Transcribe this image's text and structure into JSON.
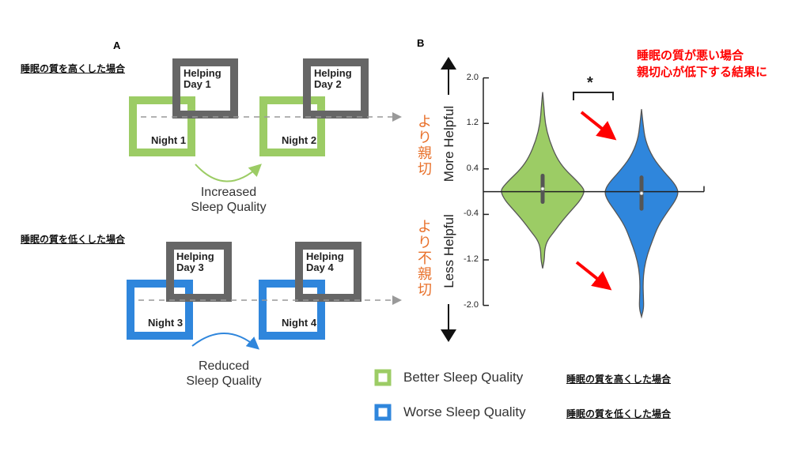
{
  "panel_a": {
    "label": "A",
    "high_title": "睡眠の質を高くした場合",
    "low_title": "睡眠の質を低くした場合",
    "helping_days": [
      [
        "Helping",
        "Day 1"
      ],
      [
        "Helping",
        "Day 2"
      ],
      [
        "Helping",
        "Day 3"
      ],
      [
        "Helping",
        "Day 4"
      ]
    ],
    "nights": [
      "Night 1",
      "Night 2",
      "Night 3",
      "Night 4"
    ],
    "increased": [
      "Increased",
      "Sleep Quality"
    ],
    "reduced": [
      "Reduced",
      "Sleep Quality"
    ]
  },
  "panel_b": {
    "label": "B",
    "annotation": [
      "睡眠の質が悪い場合",
      "親切心が低下する結果に"
    ],
    "more_jp": "より親切",
    "less_jp": "より不親切",
    "significance": "*"
  },
  "legend": [
    {
      "label": "Better Sleep Quality",
      "jp": "睡眠の質を高くした場合",
      "color": "#9ccc65"
    },
    {
      "label": "Worse Sleep Quality",
      "jp": "睡眠の質を低くした場合",
      "color": "#2f86dc"
    }
  ],
  "colors": {
    "green": "#9ccc65",
    "blue": "#2f86dc",
    "gray": "#666666",
    "red": "#ff0000",
    "orange": "#e8702a"
  },
  "chart_data": {
    "type": "violin",
    "ylabel_top": "More Helpful",
    "ylabel_bottom": "Less Helpful",
    "ylim": [
      -2.0,
      2.0
    ],
    "yticks": [
      "2.0",
      "1.2",
      "0.4",
      "-0.4",
      "-1.2",
      "-2.0"
    ],
    "ytick_values": [
      2.0,
      1.2,
      0.4,
      -0.4,
      -1.2,
      -2.0
    ],
    "series": [
      {
        "name": "Better Sleep Quality",
        "color": "#9ccc65",
        "median": 0.05,
        "q1": -0.18,
        "q3": 0.28,
        "profile": [
          [
            1.75,
            0
          ],
          [
            1.5,
            0.03
          ],
          [
            1.2,
            0.06
          ],
          [
            0.9,
            0.16
          ],
          [
            0.6,
            0.33
          ],
          [
            0.4,
            0.52
          ],
          [
            0.2,
            0.8
          ],
          [
            0.08,
            0.95
          ],
          [
            0,
            1
          ],
          [
            -0.15,
            0.9
          ],
          [
            -0.3,
            0.72
          ],
          [
            -0.5,
            0.48
          ],
          [
            -0.7,
            0.28
          ],
          [
            -0.85,
            0.12
          ],
          [
            -1.0,
            0.05
          ],
          [
            -1.2,
            0.04
          ],
          [
            -1.35,
            0
          ]
        ]
      },
      {
        "name": "Worse Sleep Quality",
        "color": "#2f86dc",
        "median": -0.03,
        "q1": -0.3,
        "q3": 0.25,
        "profile": [
          [
            1.45,
            0
          ],
          [
            1.2,
            0.04
          ],
          [
            0.9,
            0.1
          ],
          [
            0.6,
            0.3
          ],
          [
            0.35,
            0.6
          ],
          [
            0.15,
            0.88
          ],
          [
            0,
            1
          ],
          [
            -0.15,
            0.92
          ],
          [
            -0.35,
            0.7
          ],
          [
            -0.6,
            0.45
          ],
          [
            -0.85,
            0.3
          ],
          [
            -1.1,
            0.16
          ],
          [
            -1.35,
            0.07
          ],
          [
            -1.6,
            0.04
          ],
          [
            -1.85,
            0.05
          ],
          [
            -2.05,
            0.06
          ],
          [
            -2.2,
            0
          ]
        ]
      }
    ]
  }
}
